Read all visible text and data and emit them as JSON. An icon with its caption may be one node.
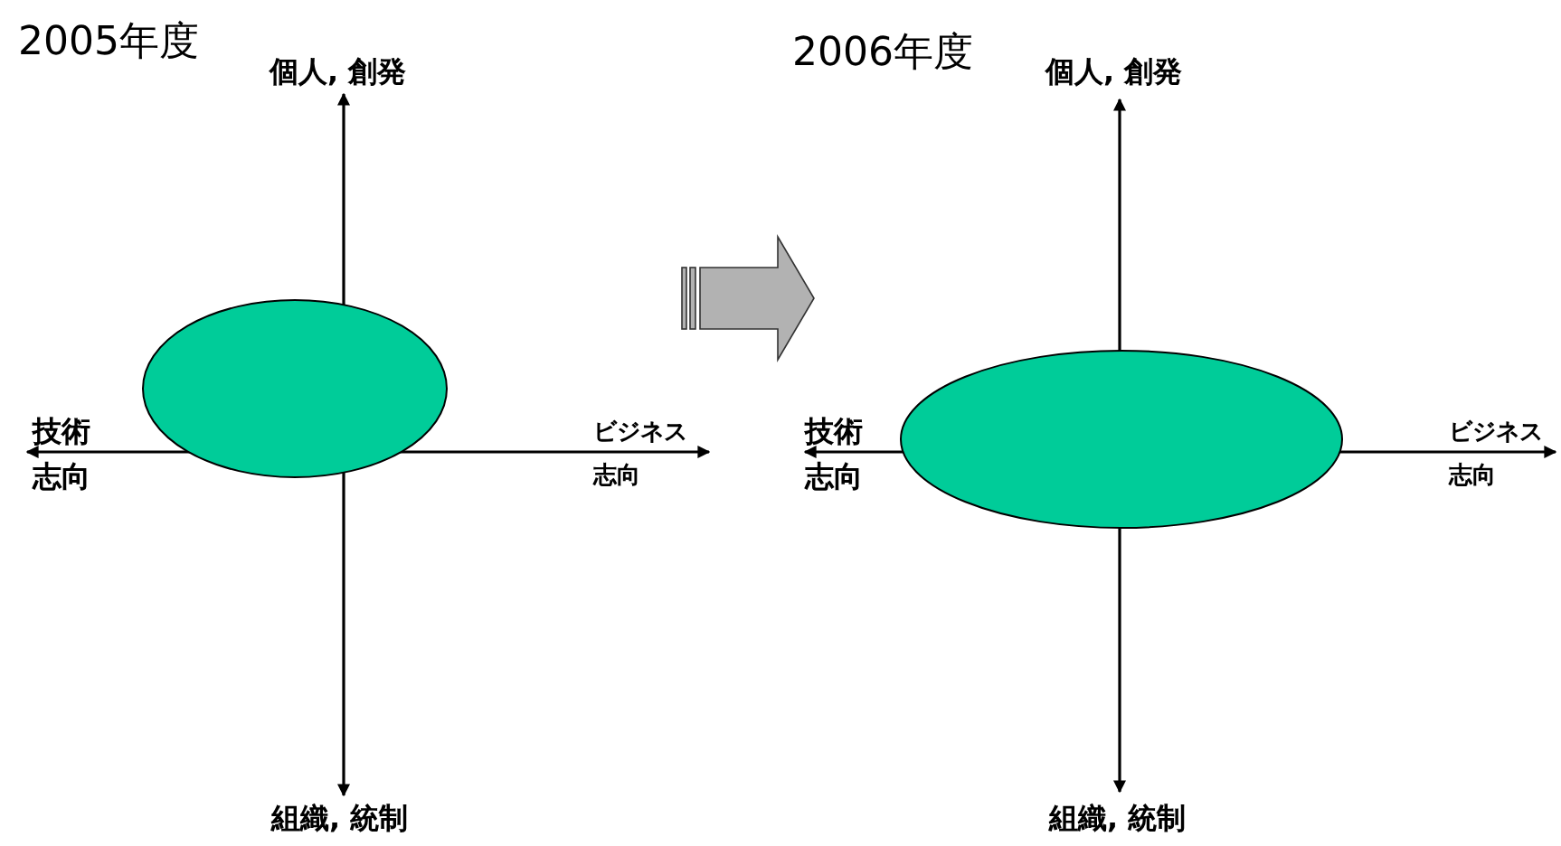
{
  "diagram": {
    "nodes": [
      {
        "text": [],
        "shape": "ellipse"
      },
      {
        "text": [],
        "shape": "ellipse"
      }
    ],
    "labels": [
      "2005年度",
      "個人, 創発",
      "2006年度",
      "個人, 創発",
      "技術志向",
      "ビジネス志向",
      "技術志向",
      "ビジネス志向",
      "組織, 統制",
      "組織, 統制"
    ]
  }
}
